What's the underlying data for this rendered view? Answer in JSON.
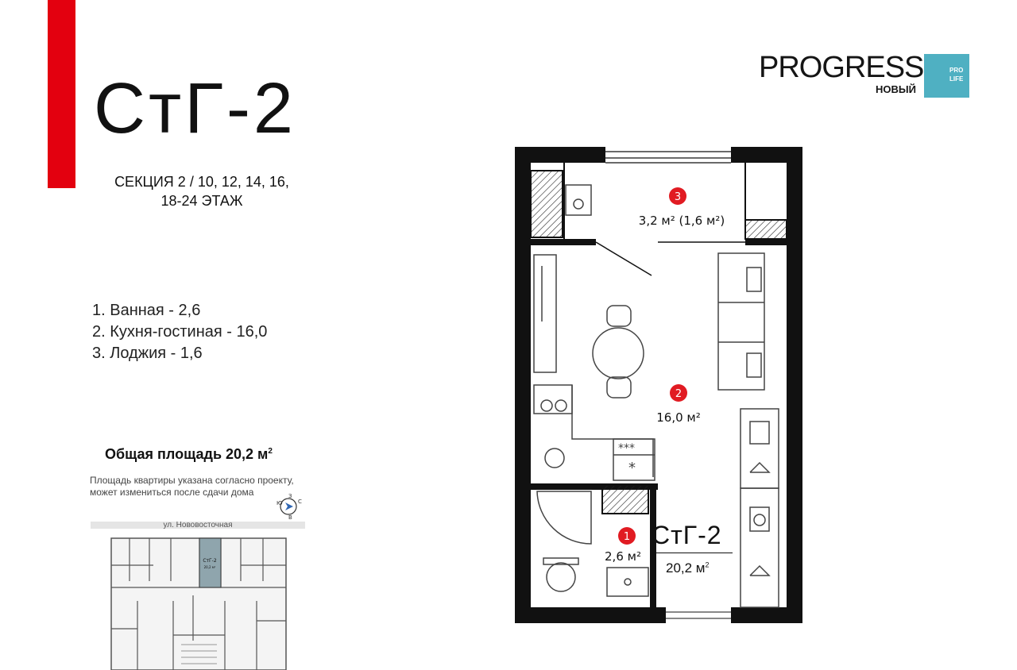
{
  "title": "СтГ-2",
  "section_line1": "СЕКЦИЯ 2  / 10, 12, 14, 16,",
  "section_line2": "18-24 ЭТАЖ",
  "rooms": [
    "1. Ванная - 2,6",
    "2. Кухня-гостиная - 16,0",
    "3. Лоджия - 1,6"
  ],
  "total_area": "Общая площадь 20,2 м",
  "total_area_sup": "2",
  "note_line1": "Площадь квартиры указана согласно проекту,",
  "note_line2": "может измениться после сдачи дома",
  "street": "ул. Нововосточная",
  "compass": {
    "n": "С",
    "s": "Ю",
    "e": "В",
    "w": "З"
  },
  "logo": {
    "name": "PROGRESS",
    "sub": "НОВЫЙ",
    "badge_line1": "PRO",
    "badge_line2": "LIFE",
    "badge_color": "#4fb0c2"
  },
  "plan": {
    "room1": {
      "number": "1",
      "area": "2,6 м²"
    },
    "room2": {
      "number": "2",
      "area": "16,0 м²"
    },
    "room3": {
      "number": "3",
      "area": "3,2 м² (1,6 м²)"
    },
    "unit_name": "СтГ-2",
    "unit_area": "20,2 м",
    "unit_area_sup": "2"
  },
  "mini_plan": {
    "unit_label": "СтГ-2",
    "unit_area": "20,2 м²"
  },
  "colors": {
    "accent_red": "#e3000f",
    "marker_red": "#e11b22",
    "highlight": "#8fa5ad"
  }
}
